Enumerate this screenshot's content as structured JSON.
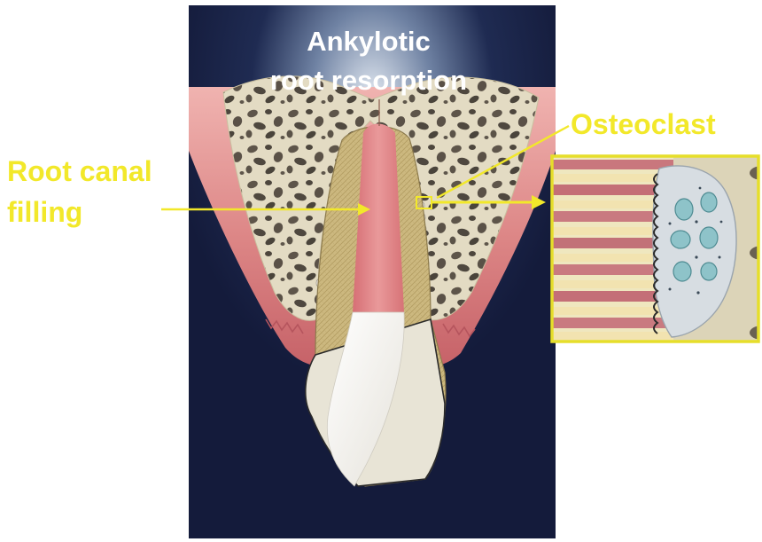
{
  "figure": {
    "title_line_1": "Ankylotic",
    "title_line_2": "root resorption",
    "label_root_canal_line_1": "Root canal",
    "label_root_canal_line_2": "filling",
    "label_osteoclast": "Osteoclast"
  },
  "colors": {
    "background": "#ffffff",
    "panel_dark": "#151d3e",
    "label_yellow": "#f2e82a",
    "callout_border": "#e6de2a",
    "bone": "#e2dac2",
    "gum": "#d77e7e",
    "root_filling": "#df8688",
    "crown": "#f3f1ec",
    "dentin": "#c8b47b",
    "cell": "#8ec3c9"
  }
}
